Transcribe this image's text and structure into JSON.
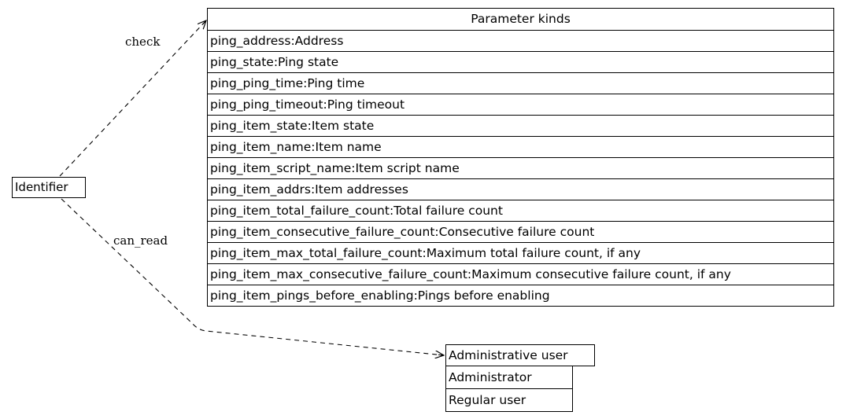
{
  "identifier_node": {
    "label": "Identifier"
  },
  "parameter_kinds": {
    "title": "Parameter kinds",
    "rows": [
      "ping_address:Address",
      "ping_state:Ping state",
      "ping_ping_time:Ping time",
      "ping_ping_timeout:Ping timeout",
      "ping_item_state:Item state",
      "ping_item_name:Item name",
      "ping_item_script_name:Item script name",
      "ping_item_addrs:Item addresses",
      "ping_item_total_failure_count:Total failure count",
      "ping_item_consecutive_failure_count:Consecutive failure count",
      "ping_item_max_total_failure_count:Maximum total failure count, if any",
      "ping_item_max_consecutive_failure_count:Maximum consecutive failure count, if any",
      "ping_item_pings_before_enabling:Pings before enabling"
    ]
  },
  "user_kinds": {
    "title": "Administrative user",
    "rows": [
      "Administrator",
      "Regular user"
    ]
  },
  "edges": {
    "check": "check",
    "can_read": "can_read"
  }
}
